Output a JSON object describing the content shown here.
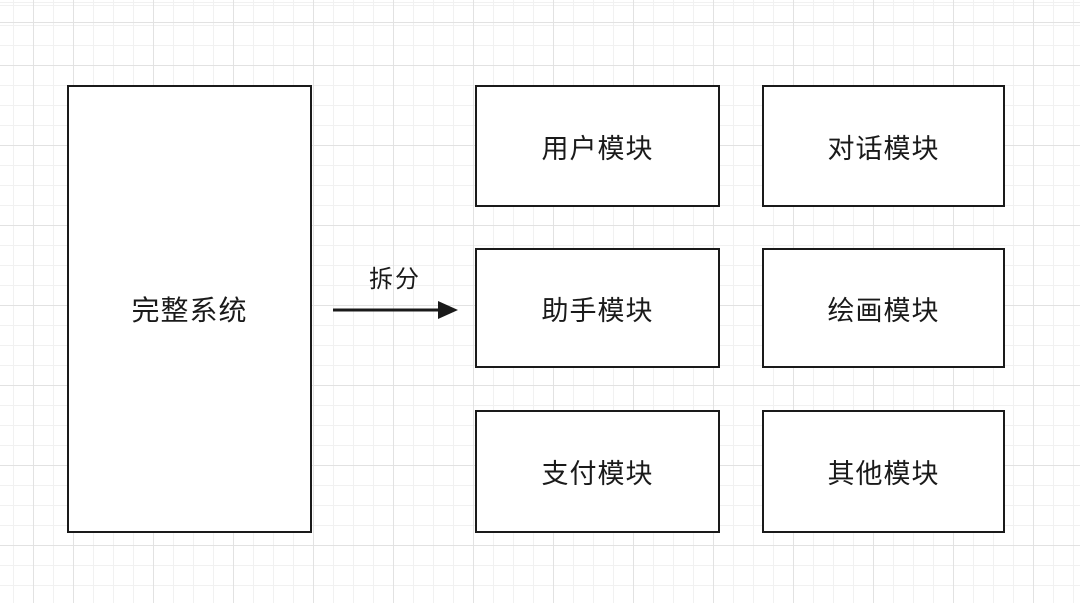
{
  "canvas": {
    "background_color": "#ffffff",
    "grid_minor_color": "#f1f1f1",
    "grid_major_color": "#e2e2e2",
    "stroke_color": "#1a1a1a"
  },
  "diagram": {
    "source": {
      "label": "完整系统"
    },
    "arrow": {
      "label": "拆分",
      "direction": "right"
    },
    "modules": [
      {
        "label": "用户模块"
      },
      {
        "label": "对话模块"
      },
      {
        "label": "助手模块"
      },
      {
        "label": "绘画模块"
      },
      {
        "label": "支付模块"
      },
      {
        "label": "其他模块"
      }
    ]
  }
}
